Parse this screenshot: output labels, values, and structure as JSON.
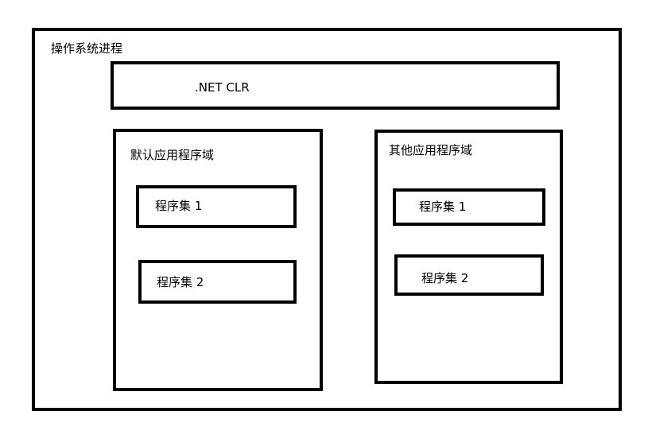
{
  "os_process": {
    "label": "操作系统进程"
  },
  "clr": {
    "label": ".NET CLR"
  },
  "default_app_domain": {
    "label": "默认应用程序域",
    "assemblies": [
      {
        "label": "程序集 1"
      },
      {
        "label": "程序集 2"
      }
    ]
  },
  "other_app_domain": {
    "label": "其他应用程序域",
    "assemblies": [
      {
        "label": "程序集 1"
      },
      {
        "label": "程序集 2"
      }
    ]
  }
}
